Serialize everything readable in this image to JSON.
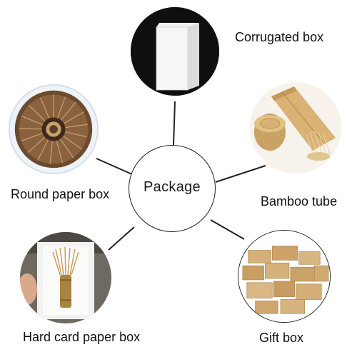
{
  "center": {
    "label": "Package"
  },
  "items": [
    {
      "id": "corrugated",
      "label": "Corrugated box",
      "icon": "white-box-photo"
    },
    {
      "id": "round",
      "label": "Round paper box",
      "icon": "round-whisk-box-photo"
    },
    {
      "id": "bamboo",
      "label": "Bamboo tube",
      "icon": "bamboo-tube-photo"
    },
    {
      "id": "hardcard",
      "label": "Hard card paper box",
      "icon": "whisk-in-box-photo"
    },
    {
      "id": "gift",
      "label": "Gift box",
      "icon": "kraft-gift-boxes-photo"
    }
  ],
  "colors": {
    "line": "#222222",
    "text": "#111111",
    "kraft": "#c9a46b",
    "bamboo": "#d2ab6a"
  }
}
